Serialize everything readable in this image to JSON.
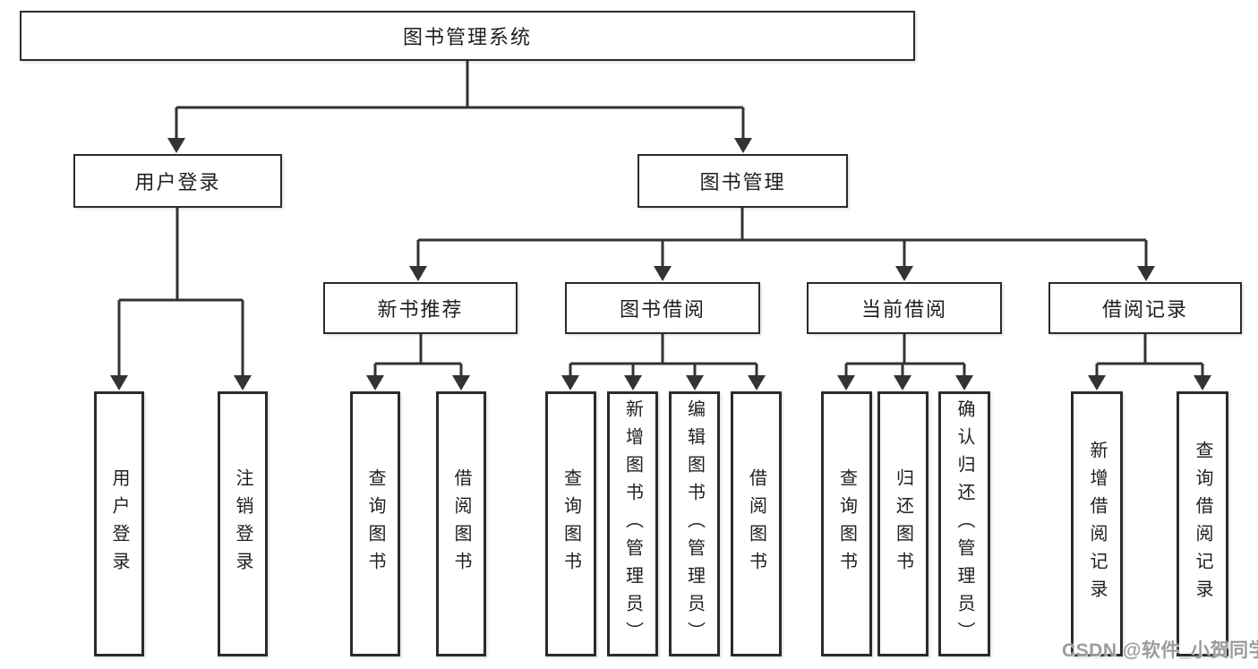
{
  "diagram": {
    "title": "图书管理系统",
    "level2": {
      "user_login": "用户登录",
      "book_mgmt": "图书管理"
    },
    "level3": {
      "new_books": "新书推荐",
      "book_borrow": "图书借阅",
      "current_borrow": "当前借阅",
      "borrow_records": "借阅记录"
    },
    "leaves": {
      "user_login": [
        "用户登录",
        "注销登录"
      ],
      "new_books": [
        "查询图书",
        "借阅图书"
      ],
      "book_borrow": [
        "查询图书",
        "新增图书（管理员）",
        "编辑图书（管理员）",
        "借阅图书"
      ],
      "current_borrow": [
        "查询图书",
        "归还图书",
        "确认归还（管理员）"
      ],
      "borrow_records": [
        "新增借阅记录",
        "查询借阅记录"
      ]
    },
    "colors": {
      "line": "#333333",
      "box_border": "#2b2b2b",
      "box_fill": "#ffffff",
      "text": "#1f1f1f",
      "watermark": "#949494"
    }
  },
  "watermark": "CSDN @软件_小贺同学"
}
